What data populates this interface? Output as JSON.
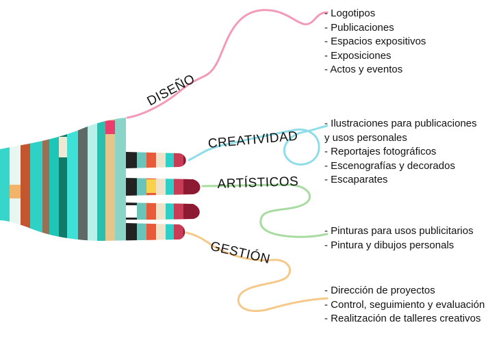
{
  "colors": {
    "diseno_line": "#f29ab8",
    "creatividad_line": "#8fdde8",
    "artisticos_line": "#a8dba0",
    "gestion_line": "#f5c98a"
  },
  "categories": [
    {
      "key": "diseno",
      "label": "DISEÑO"
    },
    {
      "key": "creatividad",
      "label": "CREATIVIDAD"
    },
    {
      "key": "artisticos",
      "label": "ARTÍSTICOS"
    },
    {
      "key": "gestion",
      "label": "GESTIÓN"
    }
  ],
  "lists": {
    "diseno": [
      "Logotipos",
      "Publicaciones",
      "Espacios expositivos",
      "Exposiciones",
      "Actos y eventos"
    ],
    "creatividad": [
      "Ilustraciones para publicaciones",
      "y usos personales",
      "Reportajes fotográficos",
      "Escenografías y decorados",
      "Escaparates"
    ],
    "artisticos": [
      "Pinturas para usos publicitarios",
      "Pintura y dibujos personals"
    ],
    "gestion": [
      "Dirección de proyectos",
      "Control, seguimiento y evaluación",
      "Realitzación de talleres creativos"
    ]
  }
}
